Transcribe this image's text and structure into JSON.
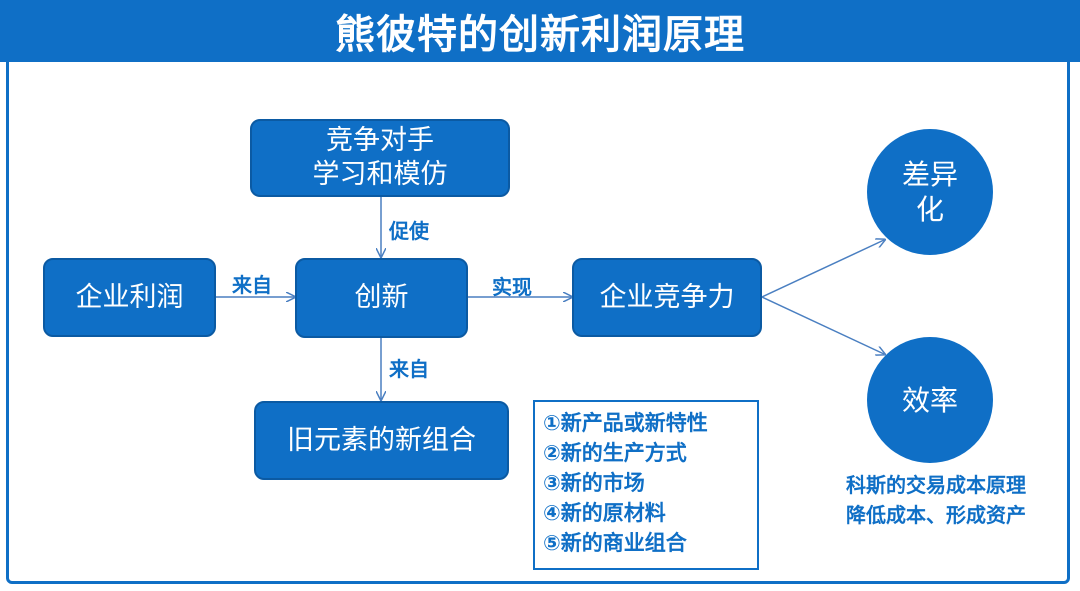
{
  "title": "熊彼特的创新利润原理",
  "nodes": {
    "competitor": [
      "竞争对手",
      "学习和模仿"
    ],
    "profit": "企业利润",
    "innovation": "创新",
    "competitiveness": "企业竞争力",
    "recombination": "旧元素的新组合",
    "differentiation": [
      "差异",
      "化"
    ],
    "efficiency": "效率"
  },
  "edge_labels": {
    "competitor_to_innovation": "促使",
    "profit_to_innovation": "来自",
    "innovation_to_competitiveness": "实现",
    "innovation_to_recombination": "来自"
  },
  "combination_list": [
    "①新产品或新特性",
    "②新的生产方式",
    "③新的市场",
    "④新的原材料",
    "⑤新的商业组合"
  ],
  "coase_note": [
    "科斯的交易成本原理",
    "降低成本、形成资产"
  ],
  "colors": {
    "primary": "#0f6fc6",
    "arrow": "#4a7fc1"
  }
}
